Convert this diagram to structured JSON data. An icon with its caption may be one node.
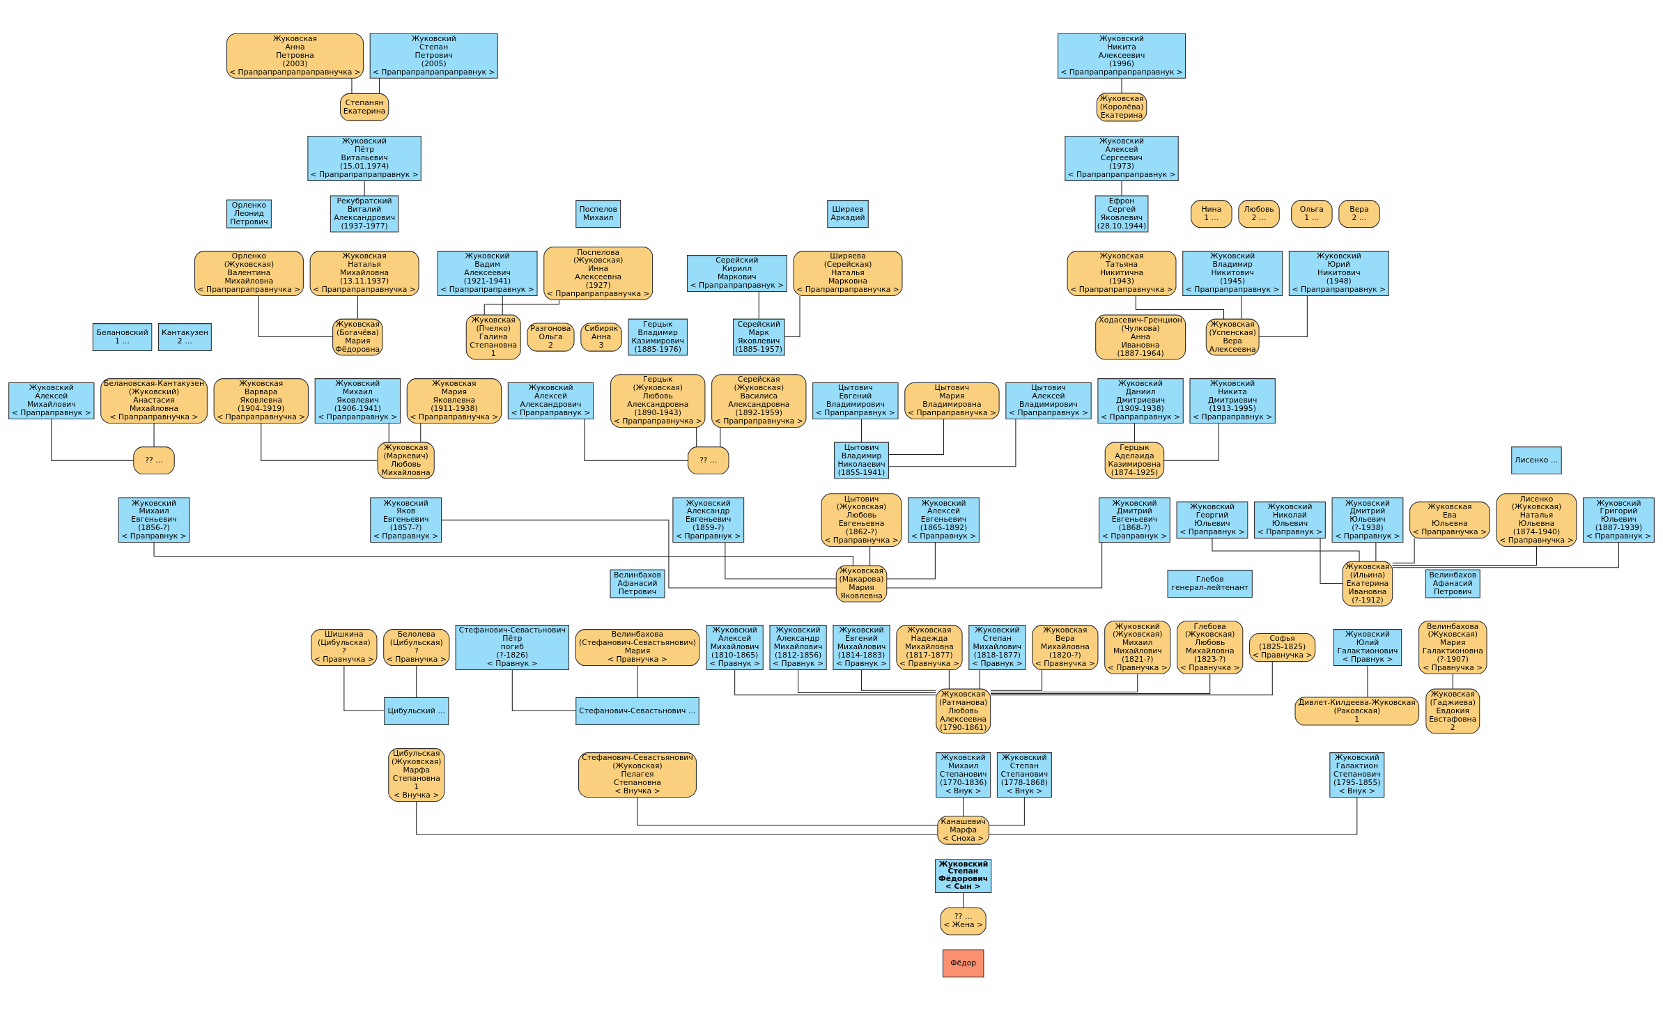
{
  "diagram": {
    "nodes": [
      {
        "text": [
          "Жуковская",
          "Анна",
          "Петровна",
          "(2003)",
          "< Прапрапрапрапраправнучка >"
        ]
      },
      {
        "text": [
          "Жуковский",
          "Степан",
          "Петрович",
          "(2005)",
          "< Прапрапрапрапраправнук >"
        ]
      },
      {
        "text": [
          "Жуковский",
          "Никита",
          "Алексеевич",
          "(1996)",
          "< Прапрапрапрапраправнук >"
        ]
      },
      {
        "text": [
          "Степанян",
          "Екатерина"
        ]
      },
      {
        "text": [
          "Жуковский",
          "Пётр",
          "Витальевич",
          "(15.01.1974)",
          "< Прапрапрапраправнук >"
        ]
      },
      {
        "text": [
          "Жуковская",
          "(Королёва)",
          "Екатерина"
        ]
      },
      {
        "text": [
          "Жуковский",
          "Алексей",
          "Сергеевич",
          "(1973)",
          "< Прапрапрапраправнук >"
        ]
      },
      {
        "text": [
          "Орленко",
          "Леонид",
          "Петрович"
        ]
      },
      {
        "text": [
          "Орленко",
          "(Жуковская)",
          "Валентина",
          "Михайловна",
          "< Прапрапраправнучка >"
        ]
      },
      {
        "text": [
          "Рекубратский",
          "Виталий",
          "Александрович",
          "(1937-1977)"
        ]
      },
      {
        "text": [
          "Жуковская",
          "Наталья",
          "Михайловна",
          "(13.11.1937)",
          "< Прапрапраправнучка >"
        ]
      },
      {
        "text": [
          "Жуковский",
          "Вадим",
          "Алексеевич",
          "(1921-1941)",
          "< Прапрапраправнук >"
        ]
      },
      {
        "text": [
          "Поспелов",
          "Михаил"
        ]
      },
      {
        "text": [
          "Поспелова",
          "(Жуковская)",
          "Инна",
          "Алексеевна",
          "(1927)",
          "< Прапрапраправнучка >"
        ]
      },
      {
        "text": [
          "Серейский",
          "Кирилл",
          "Маркович",
          "< Прапрапраправнук >"
        ]
      },
      {
        "text": [
          "Ширяев",
          "Аркадий"
        ]
      },
      {
        "text": [
          "Ширяева",
          "(Серейская)",
          "Наталья",
          "Марковна",
          "< Прапрапраправнучка >"
        ]
      },
      {
        "text": [
          "Ефрон",
          "Сергей",
          "Яковлевич",
          "(28.10.1944)"
        ]
      },
      {
        "text": [
          "Жуковская",
          "Татьяна",
          "Никитична",
          "(1943)",
          "< Прапрапраправнучка >"
        ]
      },
      {
        "text": [
          "Нина",
          "1 …"
        ]
      },
      {
        "text": [
          "Любовь",
          "2 …"
        ]
      },
      {
        "text": [
          "Жуковский",
          "Владимир",
          "Никитович",
          "(1945)",
          "< Прапрапраправнук >"
        ]
      },
      {
        "text": [
          "Ольга",
          "1 …"
        ]
      },
      {
        "text": [
          "Вера",
          "2 …"
        ]
      },
      {
        "text": [
          "Жуковский",
          "Юрий",
          "Никитович",
          "(1948)",
          "< Прапрапраправнук >"
        ]
      },
      {
        "text": [
          "Белановский",
          "1 …"
        ]
      },
      {
        "text": [
          "Кантакузен",
          "2 …"
        ]
      },
      {
        "text": [
          "Жуковский",
          "Алексей",
          "Михайлович",
          "< Прапраправнук >"
        ]
      },
      {
        "text": [
          "Белановская-Кантакузен",
          "(Жуковский)",
          "Анастасия",
          "Михайловна",
          "< Прапраправнучка >"
        ]
      },
      {
        "text": [
          "Жуковская",
          "Варвара",
          "Яковлевна",
          "(1904-1919)",
          "< Прапраправнучка >"
        ]
      },
      {
        "text": [
          "Жуковская",
          "(Богачёва)",
          "Мария",
          "Фёдоровна"
        ]
      },
      {
        "text": [
          "Жуковский",
          "Михаил",
          "Яковлевич",
          "(1906-1941)",
          "< Прапраправнук >"
        ]
      },
      {
        "text": [
          "Жуковская",
          "Мария",
          "Яковлевна",
          "(1911-1938)",
          "< Прапраправнучка >"
        ]
      },
      {
        "text": [
          "Жуковская",
          "(Пчелко)",
          "Галина",
          "Степановна",
          "1"
        ]
      },
      {
        "text": [
          "Разгонова",
          "Ольга",
          "2"
        ]
      },
      {
        "text": [
          "Сибиряк",
          "Анна",
          "3"
        ]
      },
      {
        "text": [
          "Жуковский",
          "Алексей",
          "Александрович",
          "< Прапраправнук >"
        ]
      },
      {
        "text": [
          "Герцык",
          "Владимир",
          "Казимирович",
          "(1885-1976)"
        ]
      },
      {
        "text": [
          "Герцык",
          "(Жуковская)",
          "Любовь",
          "Александровна",
          "(1890-1943)",
          "< Прапраправнучка >"
        ]
      },
      {
        "text": [
          "Серейский",
          "Марк",
          "Яковлевич",
          "(1885-1957)"
        ]
      },
      {
        "text": [
          "Серейская",
          "(Жуковская)",
          "Василиса",
          "Александровна",
          "(1892-1959)",
          "< Прапраправнучка >"
        ]
      },
      {
        "text": [
          "Цытович",
          "Евгений",
          "Владимирович",
          "< Прапраправнук >"
        ]
      },
      {
        "text": [
          "Цытович",
          "Мария",
          "Владимировна",
          "< Прапраправнучка >"
        ]
      },
      {
        "text": [
          "Цытович",
          "Алексей",
          "Владимирович",
          "< Прапраправнук >"
        ]
      },
      {
        "text": [
          "Ходасевич-Гренцион",
          "(Чулкова)",
          "Анна",
          "Ивановна",
          "(1887-1964)"
        ]
      },
      {
        "text": [
          "Жуковский",
          "Даниил",
          "Дмитриевич",
          "(1909-1938)",
          "< Прапраправнук >"
        ]
      },
      {
        "text": [
          "Жуковская",
          "(Успенская)",
          "Вера",
          "Алексеевна"
        ]
      },
      {
        "text": [
          "Жуковский",
          "Никита",
          "Дмитриевич",
          "(1913-1995)",
          "< Прапраправнук >"
        ]
      },
      {
        "text": [
          "?? …"
        ]
      },
      {
        "text": [
          "Жуковский",
          "Михаил",
          "Евгеньевич",
          "(1856-?)",
          "< Праправнук >"
        ]
      },
      {
        "text": [
          "Жуковская",
          "(Маркевич)",
          "Любовь",
          "Михайловна"
        ]
      },
      {
        "text": [
          "Жуковский",
          "Яков",
          "Евгеньевич",
          "(1857-?)",
          "< Праправнук >"
        ]
      },
      {
        "text": [
          "?? …"
        ]
      },
      {
        "text": [
          "Жуковский",
          "Александр",
          "Евгеньевич",
          "(1859-?)",
          "< Праправнук >"
        ]
      },
      {
        "text": [
          "Цытович",
          "Владимир",
          "Николаевич",
          "(1855-1941)"
        ]
      },
      {
        "text": [
          "Цытович",
          "(Жуковская)",
          "Любовь",
          "Евгеньевна",
          "(1862-?)",
          "< Праправнучка >"
        ]
      },
      {
        "text": [
          "Герцык",
          "Аделаида",
          "Казимировна",
          "(1874-1925)"
        ]
      },
      {
        "text": [
          "Жуковский",
          "Алексей",
          "Евгеньевич",
          "(1865-1892)",
          "< Праправнук >"
        ]
      },
      {
        "text": [
          "Жуковский",
          "Дмитрий",
          "Евгеньевич",
          "(1868-?)",
          "< Праправнук >"
        ]
      },
      {
        "text": [
          "Жуковский",
          "Георгий",
          "Юльевич",
          "< Праправнук >"
        ]
      },
      {
        "text": [
          "Жуковский",
          "Николай",
          "Юльевич",
          "< Праправнук >"
        ]
      },
      {
        "text": [
          "Жуковский",
          "Дмитрий",
          "Юльевич",
          "(?-1938)",
          "< Праправнук >"
        ]
      },
      {
        "text": [
          "Жуковская",
          "Ева",
          "Юльевна",
          "< Праправнучка >"
        ]
      },
      {
        "text": [
          "Лисенко …"
        ]
      },
      {
        "text": [
          "Лисенко",
          "(Жуковская)",
          "Наталья",
          "Юльевна",
          "(1874-1940)",
          "< Праправнучка >"
        ]
      },
      {
        "text": [
          "Жуковский",
          "Григорий",
          "Юльевич",
          "(1887-1939)",
          "< Праправнук >"
        ]
      },
      {
        "text": [
          "Шишкина",
          "(Цибульская)",
          "?",
          "< Правнучка >"
        ]
      },
      {
        "text": [
          "Белолева",
          "(Цибульская)",
          "?",
          "< Правнучка >"
        ]
      },
      {
        "text": [
          "Стефанович-Севастьнович",
          "Пётр",
          "погиб",
          "(?-1826)",
          "< Правнук >"
        ]
      },
      {
        "text": [
          "Велинбахов",
          "Афанасий",
          "Петрович"
        ]
      },
      {
        "text": [
          "Велинбахова",
          "(Стефанович-Севастьянович)",
          "Мария",
          "< Правнучка >"
        ]
      },
      {
        "text": [
          "Жуковский",
          "Алексей",
          "Михайлович",
          "(1810-1865)",
          "< Правнук >"
        ]
      },
      {
        "text": [
          "Жуковский",
          "Александр",
          "Михайлович",
          "(1812-1856)",
          "< Правнук >"
        ]
      },
      {
        "text": [
          "Жуковская",
          "(Макарова)",
          "Мария",
          "Яковлевна"
        ]
      },
      {
        "text": [
          "Жуковский",
          "Евгений",
          "Михайлович",
          "(1814-1883)",
          "< Правнук >"
        ]
      },
      {
        "text": [
          "Жуковская",
          "Надежда",
          "Михайловна",
          "(1817-1877)",
          "< Правнучка >"
        ]
      },
      {
        "text": [
          "Жуковский",
          "Степан",
          "Михайлович",
          "(1818-1877)",
          "< Правнук >"
        ]
      },
      {
        "text": [
          "Жуковская",
          "Вера",
          "Михайловна",
          "(1820-?)",
          "< Правнучка >"
        ]
      },
      {
        "text": [
          "Жуковский",
          "(Жуковская)",
          "Михаил",
          "Михайлович",
          "(1821-?)",
          "< Правнучка >"
        ]
      },
      {
        "text": [
          "Глебов",
          "генерал-лейтенант"
        ]
      },
      {
        "text": [
          "Глебова",
          "(Жуковская)",
          "Любовь",
          "Михайловна",
          "(1823-?)",
          "< Правнучка >"
        ]
      },
      {
        "text": [
          "Софья",
          "(1825-1825)",
          "< Правнучка >"
        ]
      },
      {
        "text": [
          "Жуковская",
          "(Ильина)",
          "Екатерина",
          "Ивановна",
          "(?-1912)"
        ]
      },
      {
        "text": [
          "Жуковский",
          "Юлий",
          "Галактионович",
          "< Правнук >"
        ]
      },
      {
        "text": [
          "Велинбахов",
          "Афанасий",
          "Петрович"
        ]
      },
      {
        "text": [
          "Велинбахова",
          "(Жуковская)",
          "Мария",
          "Галактионовна",
          "(?-1907)",
          "< Правнучка >"
        ]
      },
      {
        "text": [
          "Цибульский …"
        ]
      },
      {
        "text": [
          "Цибульская",
          "(Жуковская)",
          "Марфа",
          "Степановна",
          "1",
          "< Внучка >"
        ]
      },
      {
        "text": [
          "Стефанович-Севастьнович …"
        ]
      },
      {
        "text": [
          "Стефанович-Севастьянович",
          "(Жуковская)",
          "Пелагея",
          "Степановна",
          "< Внучка >"
        ]
      },
      {
        "text": [
          "Жуковская",
          "(Ратманова)",
          "Любовь",
          "Алексеевна",
          "(1790-1861)"
        ]
      },
      {
        "text": [
          "Жуковский",
          "Михаил",
          "Степанович",
          "(1770-1836)",
          "< Внук >"
        ]
      },
      {
        "text": [
          "Жуковский",
          "Степан",
          "Степанович",
          "(1778-1868)",
          "< Внук >"
        ]
      },
      {
        "text": [
          "Дивлет-Килдеева-Жуковская",
          "(Раковская)",
          "1"
        ]
      },
      {
        "text": [
          "Жуковская",
          "(Гаджиева)",
          "Евдокия",
          "Евстафовна",
          "2"
        ]
      },
      {
        "text": [
          "Жуковский",
          "Галактион",
          "Степанович",
          "(1795-1855)",
          "< Внук >"
        ]
      },
      {
        "text": [
          "Канашевич",
          "Марфа",
          "< Сноха >"
        ]
      },
      {
        "text": [
          "Жуковский",
          "Степан",
          "Фёдорович",
          "< Сын >"
        ]
      },
      {
        "text": [
          "?? …",
          "< Жена >"
        ]
      },
      {
        "text": [
          "Фёдор"
        ]
      }
    ],
    "edges": [
      {
        "from": 3,
        "to": 0,
        "arrow": "none"
      },
      {
        "from": 3,
        "to": 1,
        "arrow": "none"
      },
      {
        "from": 5,
        "to": 2,
        "arrow": "none"
      },
      {
        "from": 9,
        "to": 4,
        "arrow": "none"
      },
      {
        "from": 17,
        "to": 6,
        "arrow": "none"
      },
      {
        "from": 30,
        "to": 8,
        "arrow": "none"
      },
      {
        "from": 30,
        "to": 10,
        "arrow": "none"
      },
      {
        "from": 33,
        "to": 11,
        "arrow": "none"
      },
      {
        "from": 33,
        "to": 13,
        "arrow": "none"
      },
      {
        "from": 39,
        "to": 14,
        "arrow": "none"
      },
      {
        "from": 39,
        "to": 16,
        "arrow": "none"
      },
      {
        "from": 46,
        "to": 18,
        "arrow": "none"
      },
      {
        "from": 46,
        "to": 21,
        "arrow": "none"
      },
      {
        "from": 46,
        "to": 24,
        "arrow": "none"
      },
      {
        "from": 48,
        "to": 27,
        "arrow": "none"
      },
      {
        "from": 48,
        "to": 28,
        "arrow": "none"
      },
      {
        "from": 50,
        "to": 29,
        "arrow": "none"
      },
      {
        "from": 50,
        "to": 31,
        "arrow": "none"
      },
      {
        "from": 50,
        "to": 32,
        "arrow": "none"
      },
      {
        "from": 52,
        "to": 36,
        "arrow": "none"
      },
      {
        "from": 52,
        "to": 38,
        "arrow": "none"
      },
      {
        "from": 52,
        "to": 40,
        "arrow": "none"
      },
      {
        "from": 54,
        "to": 41,
        "arrow": "none"
      },
      {
        "from": 54,
        "to": 42,
        "arrow": "none"
      },
      {
        "from": 54,
        "to": 43,
        "arrow": "none"
      },
      {
        "from": 56,
        "to": 45,
        "arrow": "none"
      },
      {
        "from": 56,
        "to": 47,
        "arrow": "none"
      },
      {
        "from": 73,
        "to": 49,
        "arrow": "none"
      },
      {
        "from": 73,
        "to": 51,
        "arrow": "none"
      },
      {
        "from": 73,
        "to": 53,
        "arrow": "none"
      },
      {
        "from": 73,
        "to": 55,
        "arrow": "none"
      },
      {
        "from": 73,
        "to": 57,
        "arrow": "none"
      },
      {
        "from": 73,
        "to": 58,
        "arrow": "none"
      },
      {
        "from": 82,
        "to": 59,
        "arrow": "none"
      },
      {
        "from": 82,
        "to": 60,
        "arrow": "none"
      },
      {
        "from": 82,
        "to": 61,
        "arrow": "none"
      },
      {
        "from": 82,
        "to": 62,
        "arrow": "none"
      },
      {
        "from": 82,
        "to": 64,
        "arrow": "none"
      },
      {
        "from": 82,
        "to": 65,
        "arrow": "none"
      },
      {
        "from": 86,
        "to": 66,
        "arrow": "none"
      },
      {
        "from": 86,
        "to": 67,
        "arrow": "none"
      },
      {
        "from": 88,
        "to": 68,
        "arrow": "none"
      },
      {
        "from": 88,
        "to": 70,
        "arrow": "none"
      },
      {
        "from": 90,
        "to": 71,
        "arrow": "none"
      },
      {
        "from": 90,
        "to": 72,
        "arrow": "none"
      },
      {
        "from": 90,
        "to": 74,
        "arrow": "none"
      },
      {
        "from": 90,
        "to": 75,
        "arrow": "none"
      },
      {
        "from": 90,
        "to": 76,
        "arrow": "none"
      },
      {
        "from": 90,
        "to": 77,
        "arrow": "none"
      },
      {
        "from": 90,
        "to": 78,
        "arrow": "none"
      },
      {
        "from": 90,
        "to": 80,
        "arrow": "none"
      },
      {
        "from": 90,
        "to": 81,
        "arrow": "none"
      },
      {
        "from": 93,
        "to": 83,
        "arrow": "none"
      },
      {
        "from": 94,
        "to": 85,
        "arrow": "none"
      },
      {
        "from": 96,
        "to": 87,
        "arrow": "none"
      },
      {
        "from": 96,
        "to": 89,
        "arrow": "none"
      },
      {
        "from": 96,
        "to": 91,
        "arrow": "none"
      },
      {
        "from": 96,
        "to": 92,
        "arrow": "none"
      },
      {
        "from": 96,
        "to": 95,
        "arrow": "none"
      },
      {
        "from": 98,
        "to": 97,
        "arrow": "none"
      }
    ]
  }
}
